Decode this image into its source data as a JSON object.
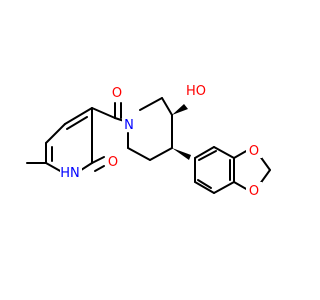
{
  "atoms": {
    "carbonyl_o": "O",
    "hydroxyl": "HO",
    "piperidine_n": "N",
    "ring_nh": "HN",
    "lactam_o": "O",
    "dioxole_o1": "O",
    "dioxole_o2": "O"
  },
  "colors": {
    "bond": "#000000",
    "oxygen": "#ff0000",
    "nitrogen": "#0000ff",
    "background": "#ffffff"
  }
}
